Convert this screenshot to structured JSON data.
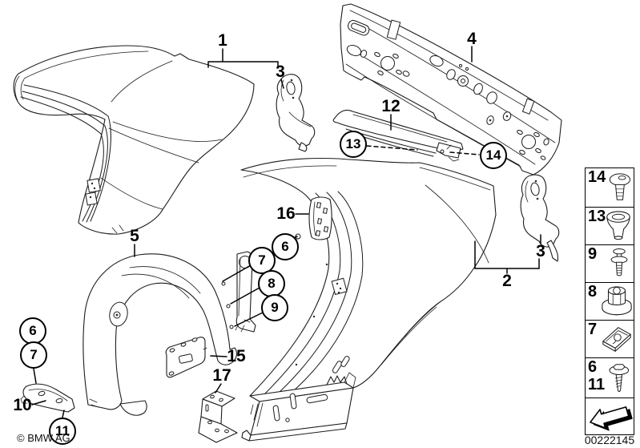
{
  "footer": {
    "copyright": "© BMW AG"
  },
  "legend": {
    "code": "00222145",
    "items": [
      {
        "number": "14",
        "icon": "push-rivet-icon"
      },
      {
        "number": "13",
        "icon": "cone-plug-icon"
      },
      {
        "number": "9",
        "icon": "blind-rivet-icon"
      },
      {
        "number": "8",
        "icon": "flange-nut-icon"
      },
      {
        "number": "7",
        "icon": "clip-nut-icon"
      },
      {
        "number": "6",
        "number_alt": "11",
        "icon": "hex-screw-icon"
      },
      {
        "icon": "continue-arrow-icon"
      }
    ]
  },
  "callouts": {
    "plain": [
      {
        "label": "1"
      },
      {
        "label": "3"
      },
      {
        "label": "4"
      },
      {
        "label": "12"
      },
      {
        "label": "2"
      },
      {
        "label": "3"
      },
      {
        "label": "5"
      },
      {
        "label": "16"
      },
      {
        "label": "15"
      },
      {
        "label": "17"
      },
      {
        "label": "10"
      }
    ],
    "circled": [
      {
        "label": "13"
      },
      {
        "label": "14"
      },
      {
        "label": "6"
      },
      {
        "label": "7"
      },
      {
        "label": "8"
      },
      {
        "label": "9"
      },
      {
        "label": "6"
      },
      {
        "label": "7"
      },
      {
        "label": "11"
      }
    ]
  }
}
